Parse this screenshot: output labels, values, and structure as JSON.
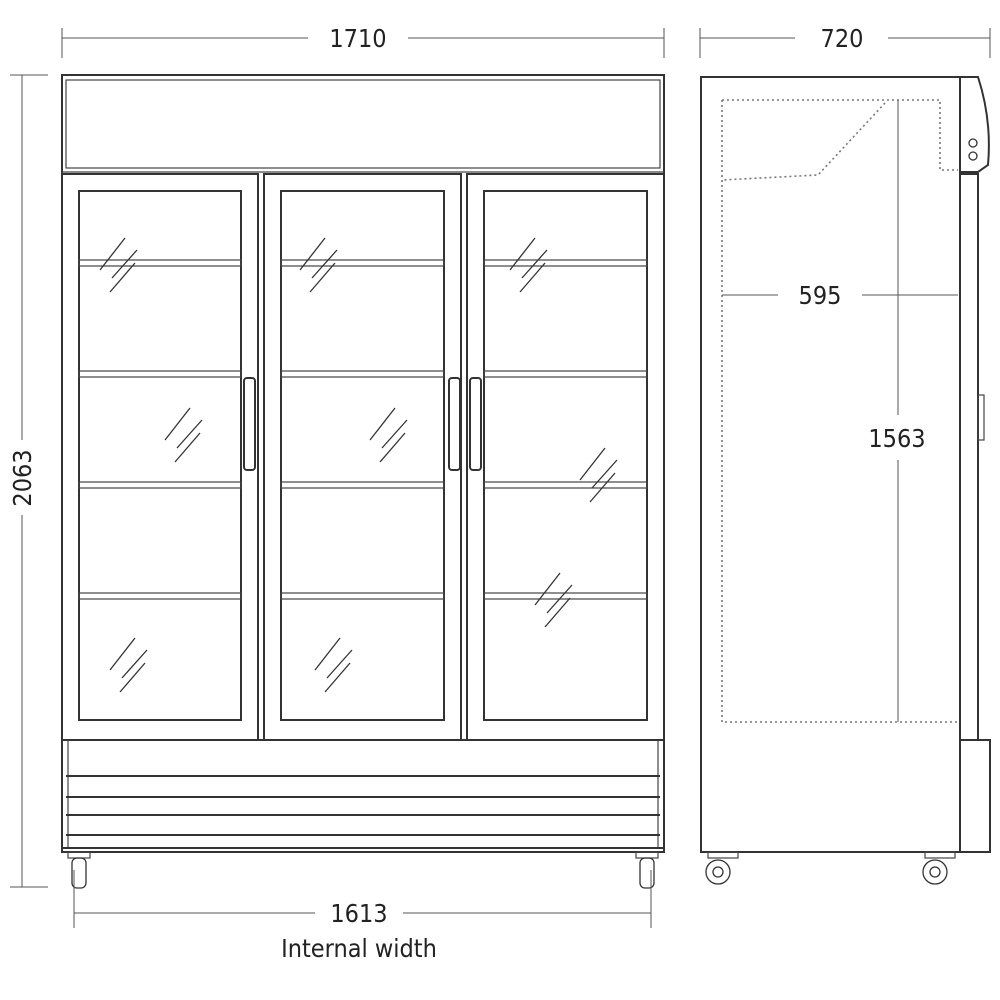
{
  "front_view": {
    "overall_width": "1710",
    "overall_height": "2063",
    "internal_width_value": "1613",
    "internal_width_label": "Internal width",
    "door_count": 3,
    "shelves_per_door": 4
  },
  "side_view": {
    "overall_depth": "720",
    "internal_depth": "595",
    "internal_height": "1563"
  },
  "colors": {
    "line": "#333333",
    "background": "#ffffff"
  }
}
